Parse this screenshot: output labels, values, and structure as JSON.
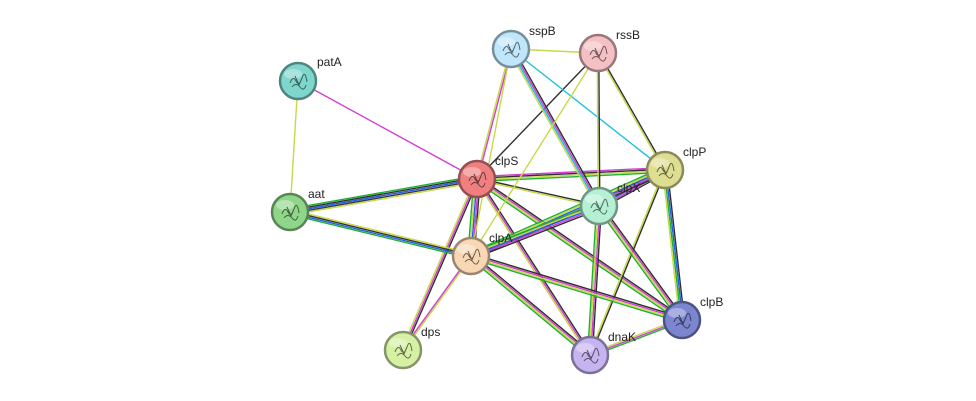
{
  "network": {
    "nodes": [
      {
        "id": "clpS",
        "label": "clpS",
        "color": "#f08080"
      },
      {
        "id": "sspB",
        "label": "sspB",
        "color": "#bfe6fa"
      },
      {
        "id": "rssB",
        "label": "rssB",
        "color": "#f4c0c4"
      },
      {
        "id": "patA",
        "label": "patA",
        "color": "#7fd6cc"
      },
      {
        "id": "clpP",
        "label": "clpP",
        "color": "#dede92"
      },
      {
        "id": "clpX",
        "label": "clpX",
        "color": "#b6f0d4"
      },
      {
        "id": "aat",
        "label": "aat",
        "color": "#8fd68a"
      },
      {
        "id": "clpA",
        "label": "clpA",
        "color": "#f8d7b4"
      },
      {
        "id": "clpB",
        "label": "clpB",
        "color": "#7c86d0"
      },
      {
        "id": "dps",
        "label": "dps",
        "color": "#d6f0a4"
      },
      {
        "id": "dnaK",
        "label": "dnaK",
        "color": "#c6b4f0"
      }
    ],
    "edges": [
      {
        "source": "clpS",
        "target": "aat",
        "colors": [
          "#c8d84a",
          "#3a3a3a",
          "#2060e0",
          "#303030",
          "#20b030"
        ]
      },
      {
        "source": "clpS",
        "target": "clpA",
        "colors": [
          "#303030",
          "#d040d0",
          "#2060e0",
          "#c8d84a",
          "#20b030"
        ]
      },
      {
        "source": "clpS",
        "target": "clpX",
        "colors": [
          "#303030",
          "#c8d84a"
        ]
      },
      {
        "source": "clpS",
        "target": "clpP",
        "colors": [
          "#d040d0",
          "#303030",
          "#c8d84a",
          "#20b030"
        ]
      },
      {
        "source": "clpS",
        "target": "clpB",
        "colors": [
          "#303030",
          "#d040d0",
          "#c8d84a",
          "#20b030"
        ]
      },
      {
        "source": "clpS",
        "target": "dnaK",
        "colors": [
          "#303030",
          "#d040d0",
          "#c8d84a"
        ]
      },
      {
        "source": "clpS",
        "target": "dps",
        "colors": [
          "#303030",
          "#d040d0",
          "#c8d84a"
        ]
      },
      {
        "source": "clpS",
        "target": "sspB",
        "colors": [
          "#c8d84a",
          "#d040d0"
        ]
      },
      {
        "source": "clpS",
        "target": "rssB",
        "colors": [
          "#303030"
        ]
      },
      {
        "source": "clpS",
        "target": "patA",
        "colors": [
          "#d040d0"
        ]
      },
      {
        "source": "patA",
        "target": "aat",
        "colors": [
          "#c8d84a"
        ]
      },
      {
        "source": "aat",
        "target": "clpA",
        "colors": [
          "#c8d84a",
          "#303030",
          "#2060e0",
          "#20b030"
        ]
      },
      {
        "source": "sspB",
        "target": "rssB",
        "colors": [
          "#c8d84a"
        ]
      },
      {
        "source": "sspB",
        "target": "clpX",
        "colors": [
          "#303030",
          "#d040d0",
          "#20c0e0",
          "#c8d84a"
        ]
      },
      {
        "source": "sspB",
        "target": "clpP",
        "colors": [
          "#20c0e0"
        ]
      },
      {
        "source": "sspB",
        "target": "clpA",
        "colors": [
          "#c8d84a"
        ]
      },
      {
        "source": "rssB",
        "target": "clpX",
        "colors": [
          "#303030",
          "#c8d84a"
        ]
      },
      {
        "source": "rssB",
        "target": "clpP",
        "colors": [
          "#303030",
          "#c8d84a"
        ]
      },
      {
        "source": "rssB",
        "target": "clpA",
        "colors": [
          "#c8d84a"
        ]
      },
      {
        "source": "clpP",
        "target": "clpX",
        "colors": [
          "#303030",
          "#d040d0",
          "#2060e0",
          "#c8d84a",
          "#20b030"
        ]
      },
      {
        "source": "clpP",
        "target": "clpA",
        "colors": [
          "#303030",
          "#d040d0",
          "#2060e0",
          "#c8d84a",
          "#20b030"
        ]
      },
      {
        "source": "clpP",
        "target": "clpB",
        "colors": [
          "#303030",
          "#2060e0",
          "#20b030",
          "#c8d84a"
        ]
      },
      {
        "source": "clpP",
        "target": "dnaK",
        "colors": [
          "#303030",
          "#c8d84a"
        ]
      },
      {
        "source": "clpX",
        "target": "clpA",
        "colors": [
          "#303030",
          "#d040d0",
          "#2060e0",
          "#c8d84a",
          "#20b030"
        ]
      },
      {
        "source": "clpX",
        "target": "dnaK",
        "colors": [
          "#303030",
          "#d040d0",
          "#c8d84a",
          "#20b030"
        ]
      },
      {
        "source": "clpX",
        "target": "clpB",
        "colors": [
          "#303030",
          "#d040d0",
          "#c8d84a",
          "#20b030"
        ]
      },
      {
        "source": "clpA",
        "target": "clpB",
        "colors": [
          "#303030",
          "#d040d0",
          "#c8d84a",
          "#20b030"
        ]
      },
      {
        "source": "clpA",
        "target": "dnaK",
        "colors": [
          "#303030",
          "#d040d0",
          "#c8d84a",
          "#20b030"
        ]
      },
      {
        "source": "clpA",
        "target": "dps",
        "colors": [
          "#c8d84a",
          "#d040d0"
        ]
      },
      {
        "source": "dnaK",
        "target": "clpB",
        "colors": [
          "#c8d84a",
          "#d040d0",
          "#20b030"
        ]
      }
    ]
  }
}
